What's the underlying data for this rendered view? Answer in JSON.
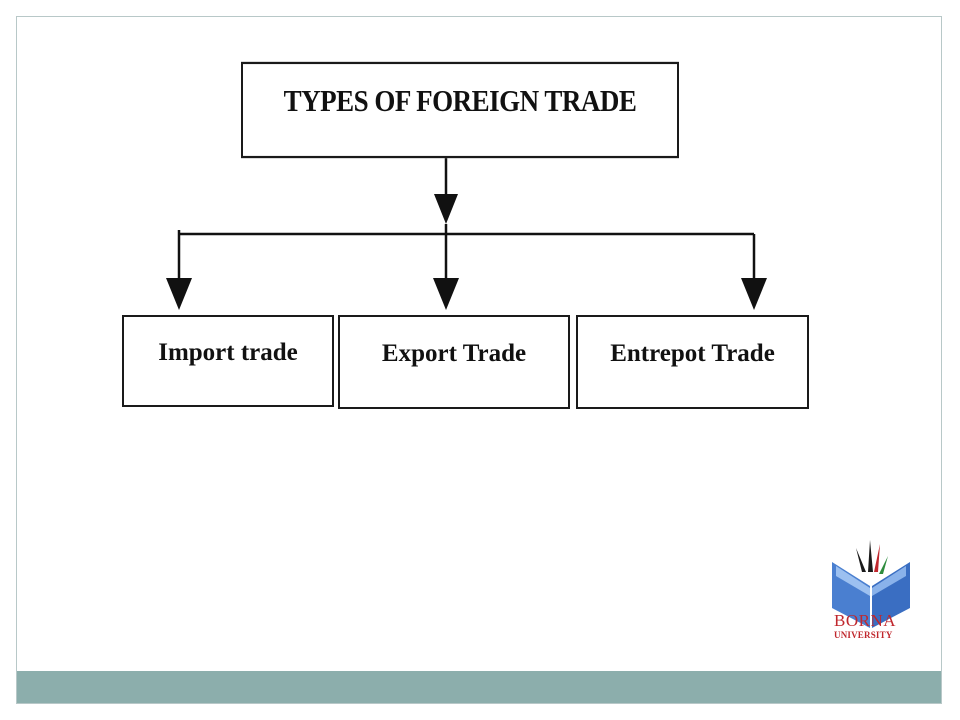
{
  "diagram": {
    "root": {
      "label": "TYPES OF FOREIGN TRADE"
    },
    "children": [
      {
        "label": "Import trade"
      },
      {
        "label": "Export Trade"
      },
      {
        "label": "Entrepot Trade"
      }
    ]
  },
  "branding": {
    "logo_name": "BORNA",
    "logo_subtitle": "UNIVERSITY",
    "logo_text_color": "#c0272d",
    "logo_book_color": "#4a7fd0",
    "footer_color": "#8caeac"
  },
  "icons": {
    "logo": "book-with-pen-nibs-icon"
  }
}
